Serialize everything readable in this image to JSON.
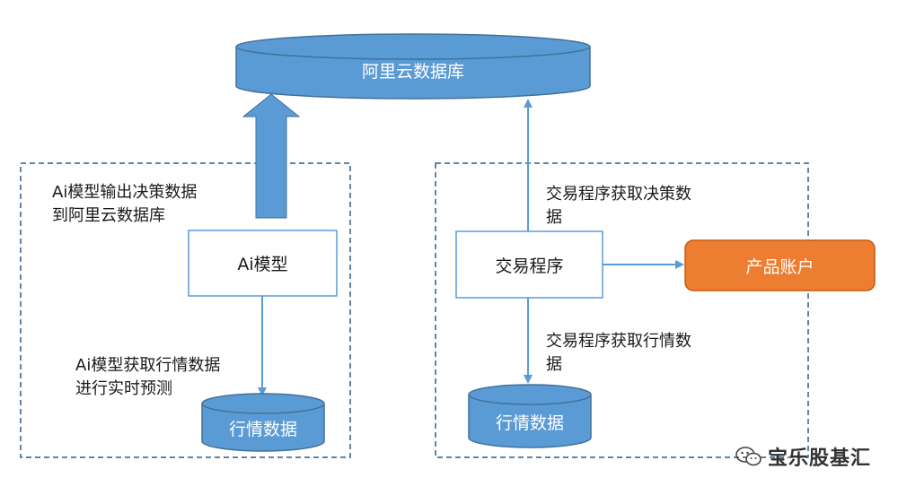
{
  "database": {
    "label": "阿里云数据库"
  },
  "left_group": {
    "model_box": "Ai模型",
    "output_label": "Ai模型输出决策数据\n到阿里云数据库",
    "fetch_label": "Ai模型获取行情数据\n进行实时预测",
    "market_db": "行情数据"
  },
  "right_group": {
    "trading_box": "交易程序",
    "decision_label": "交易程序获取决策数\n据",
    "market_label": "交易程序获取行情数\n据",
    "market_db": "行情数据",
    "account_box": "产品账户"
  },
  "watermark": {
    "text": "宝乐股基汇",
    "icon": "wechat-icon"
  },
  "colors": {
    "database_fill": "#5b9bd5",
    "database_stroke": "#41719c",
    "account_fill": "#ed7d31",
    "arrow": "#5b9bd5",
    "dashed_border": "#2e5d8a"
  }
}
